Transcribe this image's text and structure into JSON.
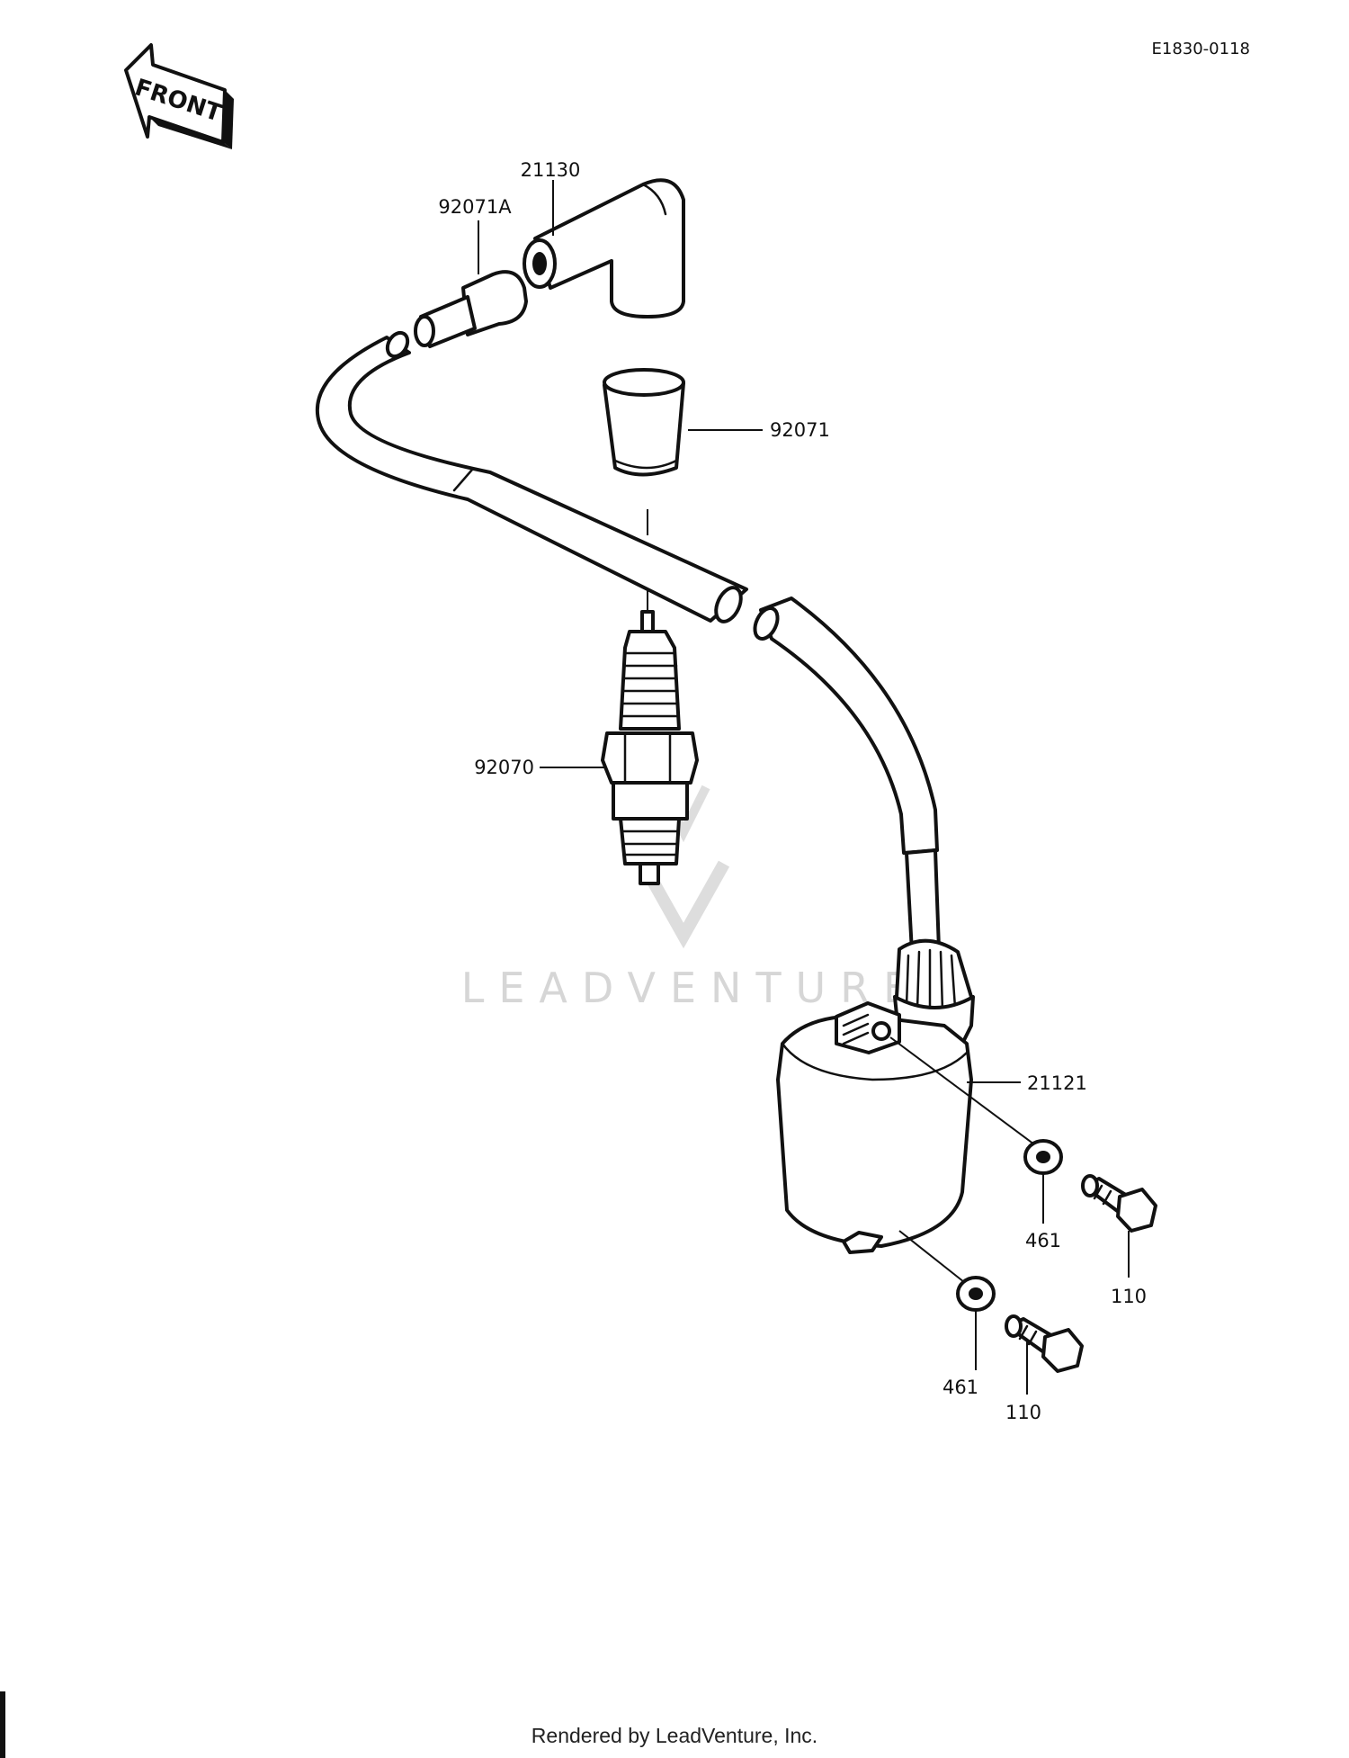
{
  "diagram_code": "E1830-0118",
  "front_arrow_text": "FRONT",
  "watermark_text": "LEADVENTURE",
  "footer_text": "Rendered by LeadVenture, Inc.",
  "parts": [
    {
      "number": "21130",
      "description_key": "spark-plug-cap"
    },
    {
      "number": "92071A",
      "description_key": "cap-seal-small"
    },
    {
      "number": "92071",
      "description_key": "cap-boot"
    },
    {
      "number": "92070",
      "description_key": "spark-plug"
    },
    {
      "number": "21121",
      "description_key": "ignition-coil"
    },
    {
      "number": "461",
      "description_key": "washer-upper"
    },
    {
      "number": "110",
      "description_key": "bolt-upper"
    },
    {
      "number": "461",
      "description_key": "washer-lower"
    },
    {
      "number": "110",
      "description_key": "bolt-lower"
    }
  ],
  "colors": {
    "ink": "#111111",
    "watermark": "#d2d2d2",
    "background": "#ffffff"
  }
}
